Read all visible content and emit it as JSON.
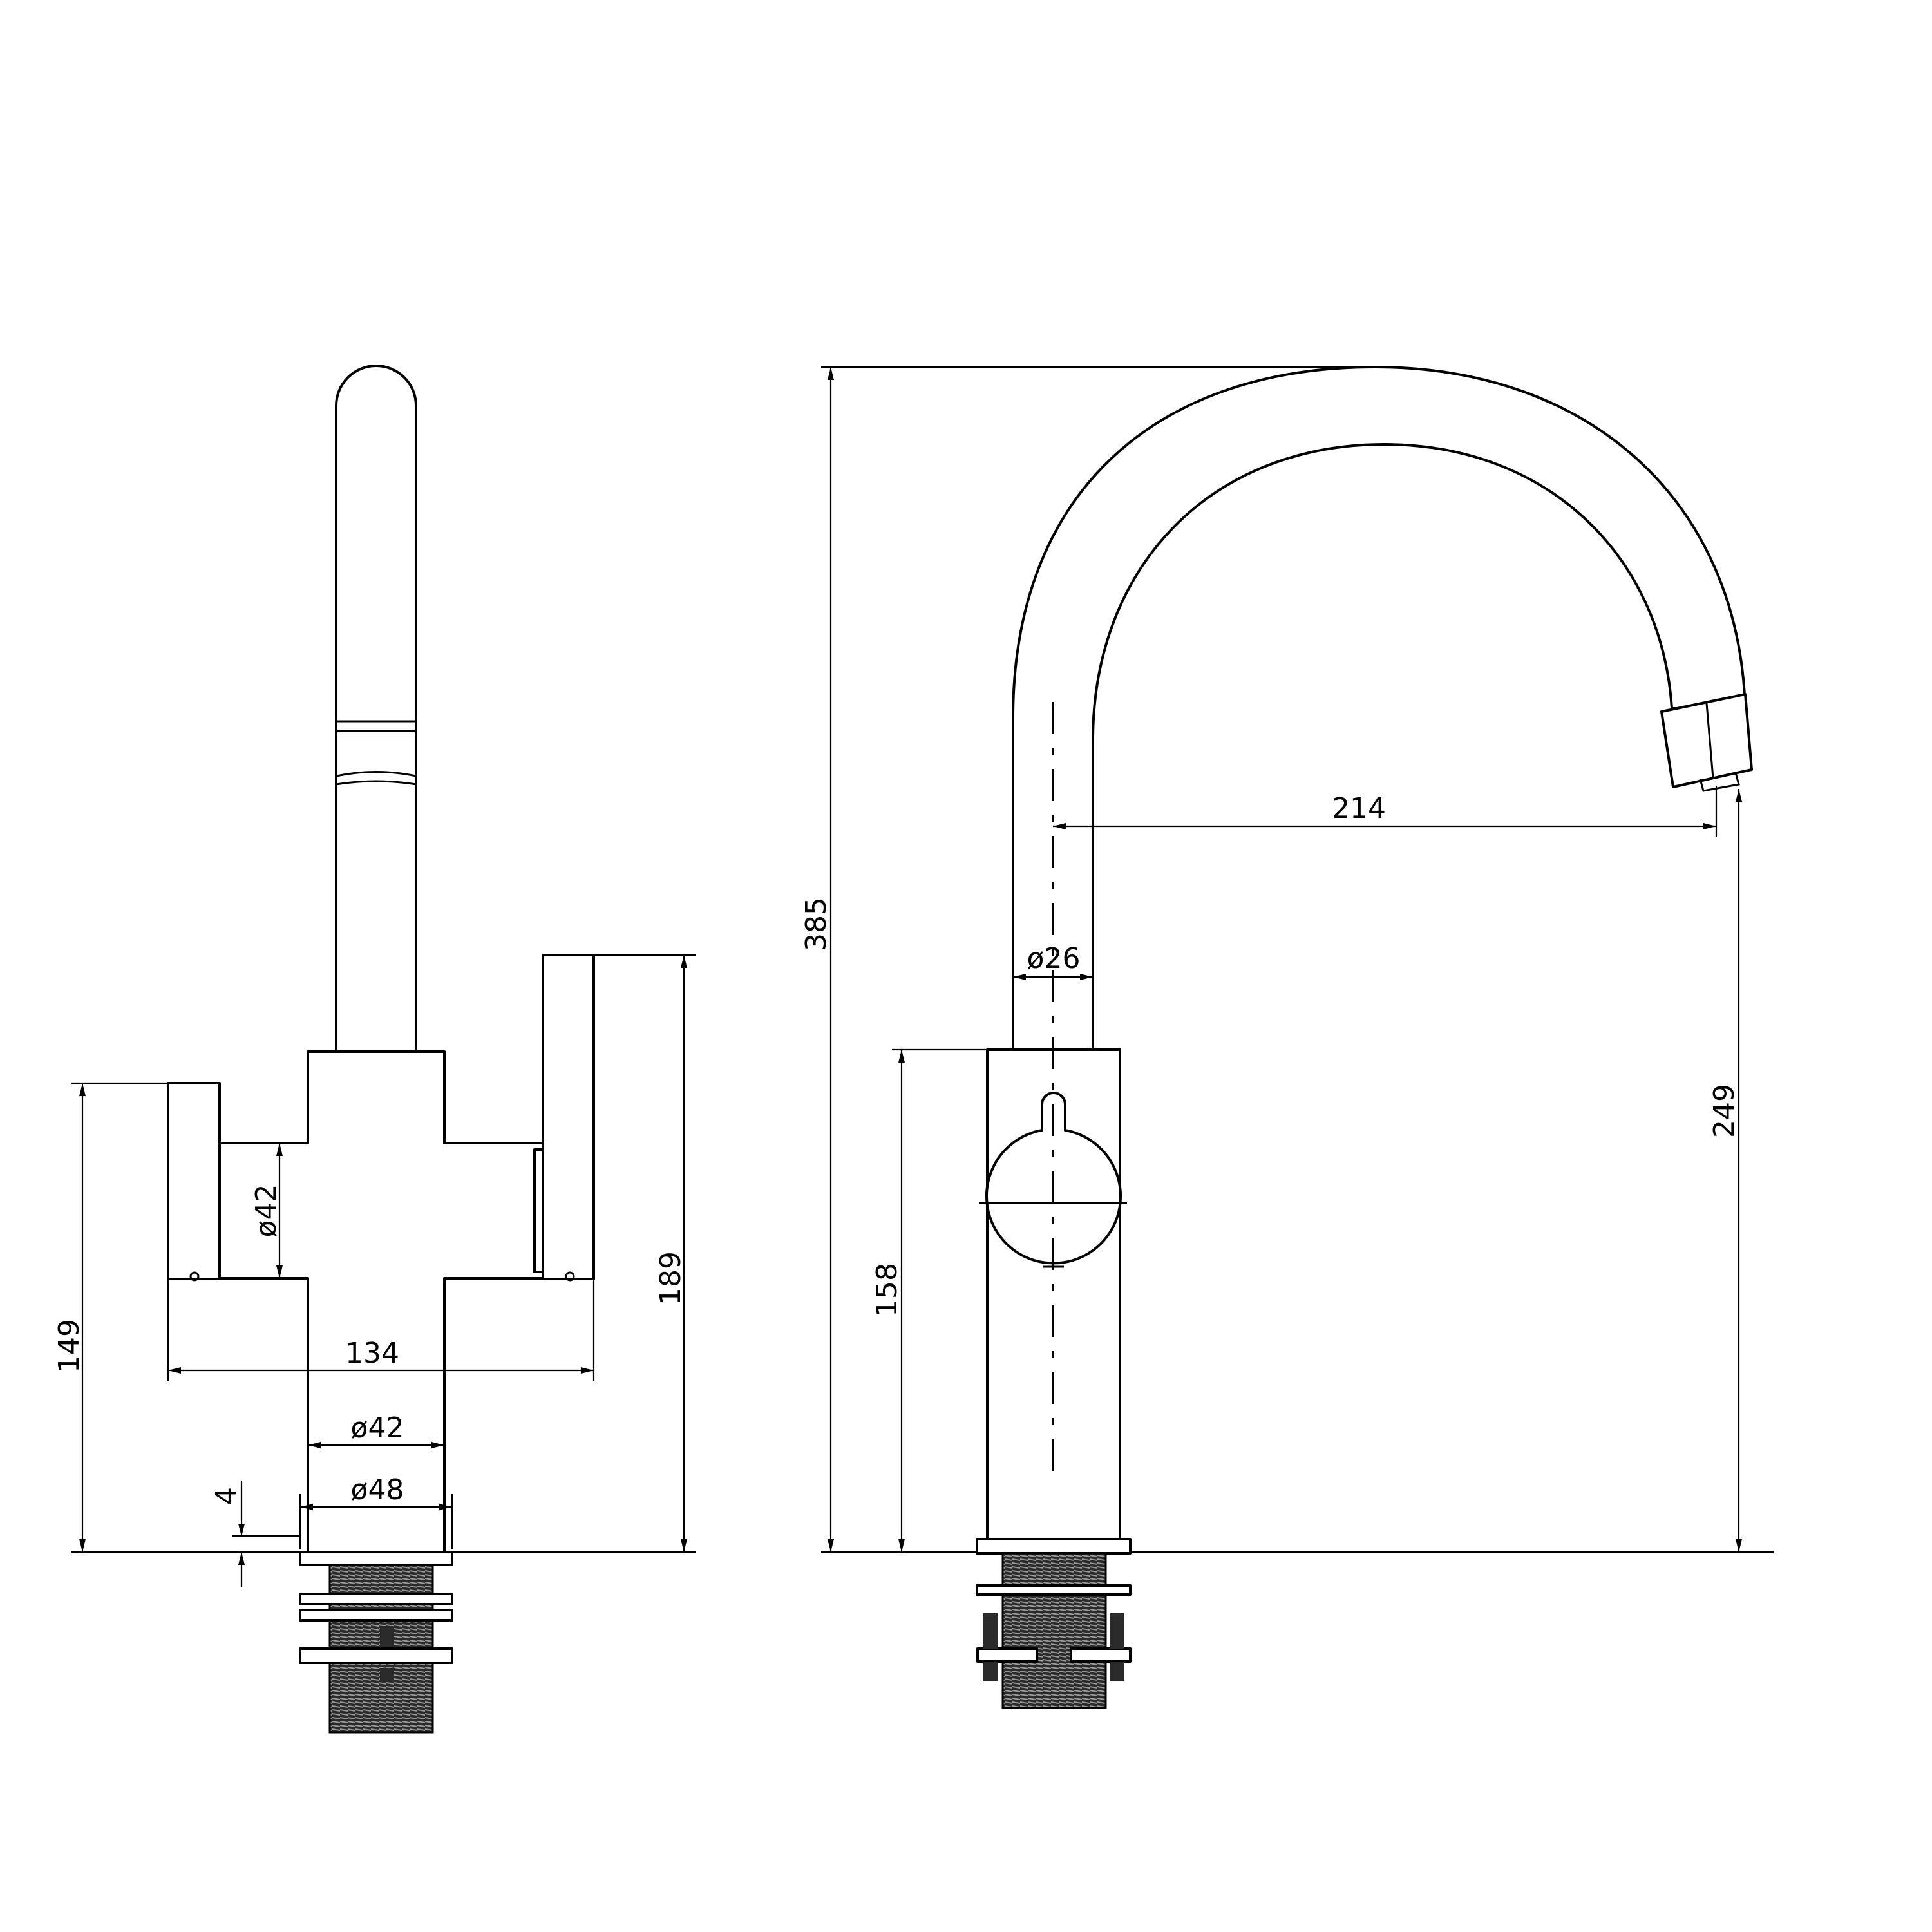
{
  "drawing": {
    "front_view": {
      "dimensions": {
        "total_height_to_handles": "149",
        "total_height": "189",
        "handle_diameter": "ø42",
        "handle_span": "134",
        "body_diameter": "ø42",
        "base_diameter": "ø48",
        "base_plate_thickness": "4"
      }
    },
    "side_view": {
      "dimensions": {
        "overall_height": "385",
        "spout_reach": "214",
        "spout_diameter": "ø26",
        "body_height": "158",
        "outlet_height": "249"
      }
    }
  }
}
